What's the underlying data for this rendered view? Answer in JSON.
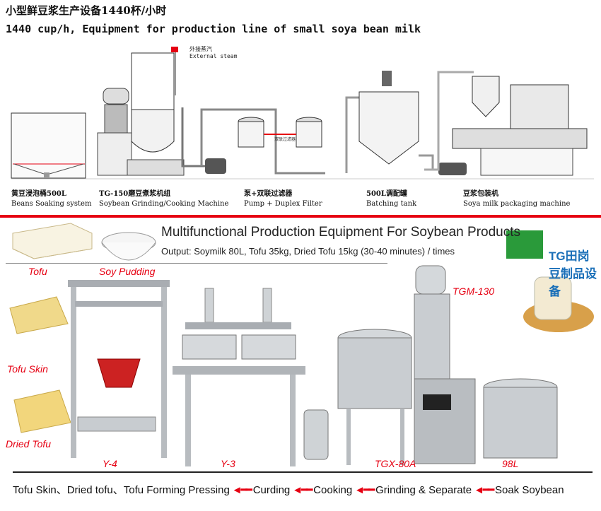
{
  "top": {
    "title_cn": "小型鲜豆浆生产设备1440杯/小时",
    "title_en": "1440 cup/h, Equipment for production line of small soya bean milk",
    "steam_cn": "外接蒸汽",
    "steam_en": "External steam",
    "duplex_filter_cn": "双联过滤器",
    "machines": [
      {
        "cn": "黄豆浸泡桶500L",
        "en": "Beans Soaking system"
      },
      {
        "cn": "TG-150磨豆煮浆机组",
        "en": "Soybean Grinding/Cooking Machine"
      },
      {
        "cn": "泵+双联过滤器",
        "en": "Pump + Duplex Filter"
      },
      {
        "cn": "500L调配罐",
        "en": "Batching tank"
      },
      {
        "cn": "豆浆包装机",
        "en": "Soya milk packaging machine"
      }
    ]
  },
  "bottom": {
    "title": "Multifunctional Production Equipment For Soybean Products",
    "subtitle": "Output: Soymilk 80L, Tofu 35kg, Dried Tofu 15kg (30-40 minutes) / times",
    "logo_text": "TG田岗豆制品设备",
    "products": [
      "Tofu",
      "Soy Pudding",
      "Tofu Skin",
      "Dried Tofu"
    ],
    "models": [
      "Y-4",
      "Y-3",
      "TGX-80A",
      "TGM-130",
      "98L"
    ],
    "process": [
      "Tofu Skin、Dried tofu、Tofu Forming Pressing",
      "Curding",
      "Cooking",
      "Grinding & Separate",
      "Soak Soybean"
    ],
    "arrow": "◄━━"
  },
  "colors": {
    "accent_red": "#e60012",
    "steel": "#b8bcc0",
    "logo_blue": "#1a6fb8",
    "logo_green": "#2a9a3a"
  }
}
